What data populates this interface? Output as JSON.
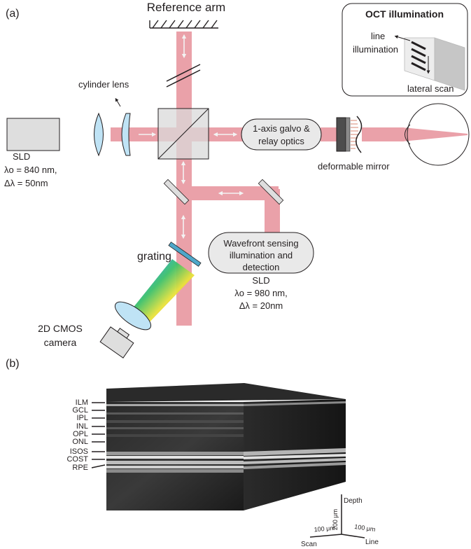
{
  "panel_a": {
    "label": "(a)",
    "reference_arm": "Reference arm",
    "cylinder_lens": "cylinder lens",
    "sld": {
      "name": "SLD",
      "lambda": "λo = 840 nm,",
      "delta": "Δλ = 50nm"
    },
    "galvo": {
      "line1": "1-axis galvo &",
      "line2": "relay optics"
    },
    "deformable_mirror": "deformable mirror",
    "inset": {
      "title": "OCT illumination",
      "line_illum_1": "line",
      "line_illum_2": "illumination",
      "lateral_scan": "lateral scan"
    },
    "wavefront": {
      "line1": "Wavefront sensing",
      "line2": "illumination and",
      "line3": "detection",
      "sld": "SLD",
      "lambda": "λo = 980 nm,",
      "delta": "Δλ = 20nm"
    },
    "grating": "grating",
    "camera": {
      "line1": "2D CMOS",
      "line2": "camera"
    }
  },
  "panel_b": {
    "label": "(b)",
    "layers": [
      "ILM",
      "GCL",
      "IPL",
      "INL",
      "OPL",
      "ONL",
      "ISOS",
      "COST",
      "RPE"
    ],
    "axes": {
      "depth": "Depth",
      "depth_scale": "200 μm",
      "scan": "Scan",
      "scan_scale": "100 μm",
      "line": "Line",
      "line_scale": "100 μm"
    }
  },
  "colors": {
    "beam": "#e58a94",
    "lens": "#bfe3f5",
    "box_fill": "#dedede",
    "bubble_fill": "#e9e9e9"
  }
}
